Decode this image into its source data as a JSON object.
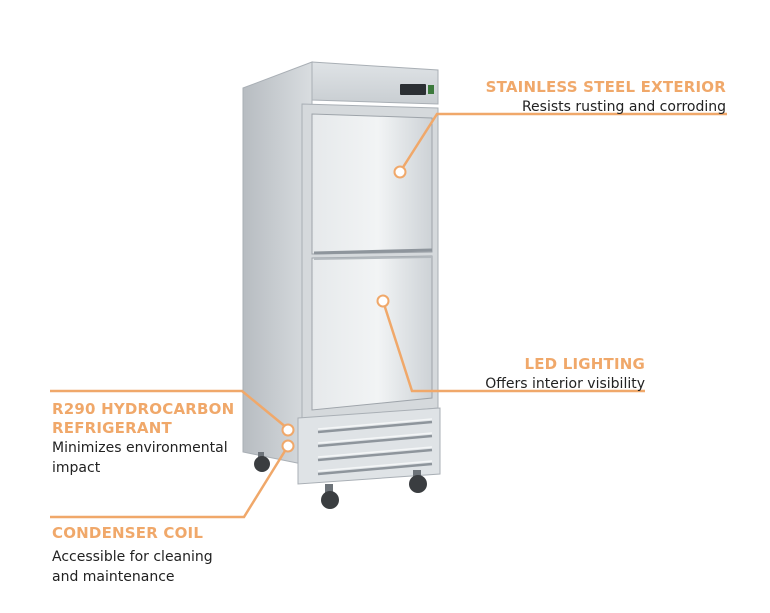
{
  "colors": {
    "accent": "#f0a86a",
    "steel_light": "#e9ecee",
    "steel_mid": "#c6cbd0",
    "steel_dark": "#8e959c",
    "display": "#2b2f33"
  },
  "callouts": {
    "stainless": {
      "title": "STAINLESS STEEL EXTERIOR",
      "description": "Resists rusting and corroding"
    },
    "led": {
      "title": "LED LIGHTING",
      "description": "Offers interior visibility"
    },
    "refrigerant": {
      "title_line1": "R290 HYDROCARBON",
      "title_line2": "REFRIGERANT",
      "description_line1": "Minimizes environmental",
      "description_line2": "impact"
    },
    "condenser": {
      "title": "CONDENSER COIL",
      "description_line1": "Accessible for cleaning",
      "description_line2": "and maintenance"
    }
  }
}
